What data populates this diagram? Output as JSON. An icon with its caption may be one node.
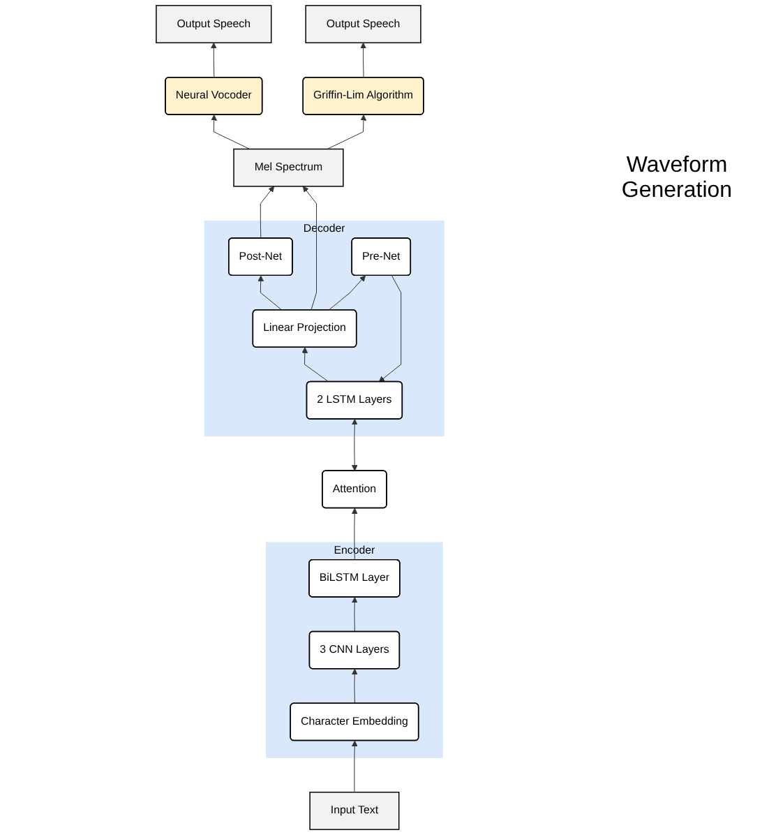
{
  "diagram": {
    "nodes": [
      {
        "text": [
          "Output Speech"
        ]
      },
      {
        "text": [
          "Output Speech"
        ]
      },
      {
        "text": [
          "Neural Vocoder"
        ]
      },
      {
        "text": [
          "Griffin-Lim Algorithm"
        ]
      },
      {
        "text": [
          "Attention"
        ]
      },
      {
        "text": [
          "Mel Spectrum"
        ]
      },
      {
        "text": [
          "Encoder"
        ]
      },
      {
        "text": [
          "BiLSTM Layer"
        ],
        "in": 6
      },
      {
        "text": [
          "3 CNN Layers"
        ],
        "in": 6
      },
      {
        "text": [
          "Character Embedding"
        ],
        "in": 6
      },
      {
        "text": [
          "Decoder"
        ]
      },
      {
        "text": [
          "Post-Net"
        ],
        "in": 10
      },
      {
        "text": [
          "Linear Projection"
        ],
        "in": 10
      },
      {
        "text": [
          "2 LSTM Layers"
        ],
        "in": 10
      },
      {
        "text": [
          "Pre-Net"
        ],
        "in": 10
      },
      {
        "text": [
          "Input Text"
        ]
      }
    ],
    "edges": [
      {
        "from": 15,
        "to": 9,
        "arrow": "to"
      },
      {
        "from": 9,
        "to": 8,
        "arrow": "to"
      },
      {
        "from": 8,
        "to": 7,
        "arrow": "to"
      },
      {
        "from": 7,
        "to": 4,
        "arrow": "to"
      },
      {
        "from": 4,
        "to": 13,
        "arrow": "both"
      },
      {
        "from": 14,
        "to": 13,
        "arrow": "to"
      },
      {
        "from": 13,
        "to": 12,
        "arrow": "to"
      },
      {
        "from": 12,
        "to": 11,
        "arrow": "to"
      },
      {
        "from": 11,
        "to": 5,
        "arrow": "to"
      },
      {
        "from": 12,
        "to": 5,
        "arrow": "to"
      },
      {
        "from": 12,
        "to": 14,
        "arrow": "to"
      },
      {
        "from": 5,
        "to": 2,
        "arrow": "to"
      },
      {
        "from": 5,
        "to": 3,
        "arrow": "to"
      },
      {
        "from": 2,
        "to": 0,
        "arrow": "to"
      },
      {
        "from": 3,
        "to": 1,
        "arrow": "to"
      }
    ],
    "labels": [
      "Waveform Generation"
    ]
  }
}
